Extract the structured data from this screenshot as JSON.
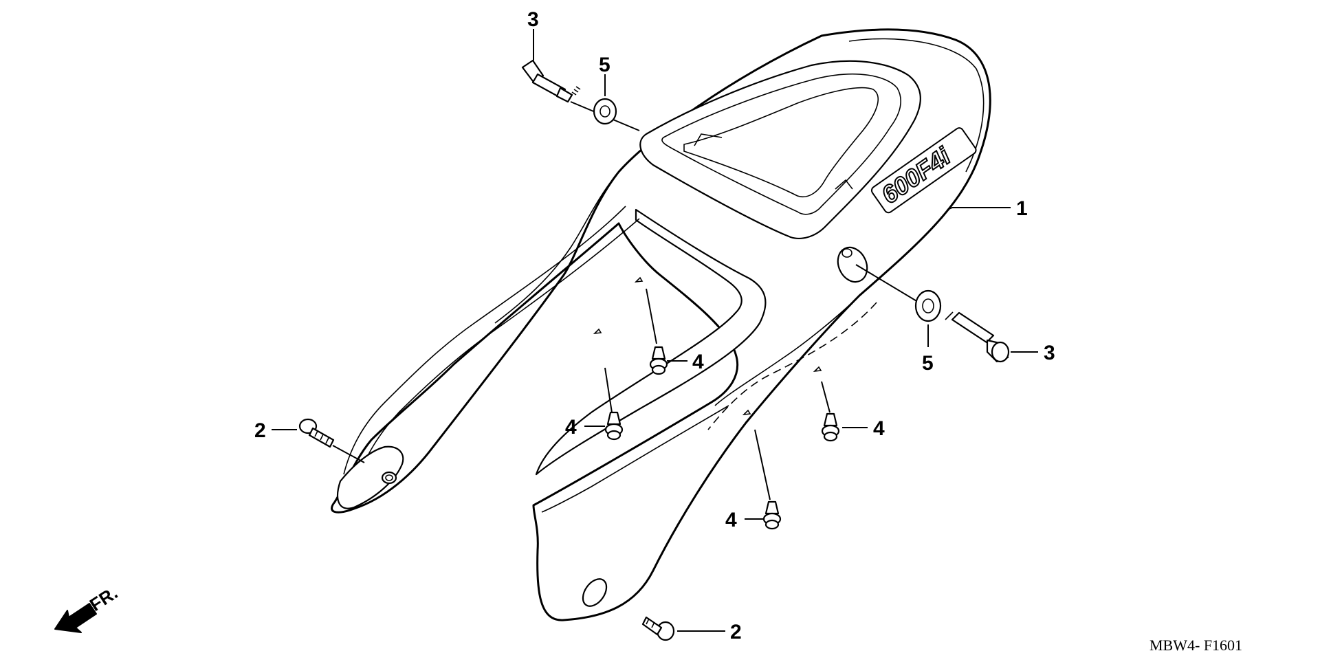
{
  "diagram": {
    "code": "MBW4- F1601",
    "direction_label": "FR.",
    "emblem_text": "600F4i",
    "callouts": [
      {
        "id": "callout-1",
        "label": "1"
      },
      {
        "id": "callout-2a",
        "label": "2"
      },
      {
        "id": "callout-2b",
        "label": "2"
      },
      {
        "id": "callout-3a",
        "label": "3"
      },
      {
        "id": "callout-3b",
        "label": "3"
      },
      {
        "id": "callout-4a",
        "label": "4"
      },
      {
        "id": "callout-4b",
        "label": "4"
      },
      {
        "id": "callout-4c",
        "label": "4"
      },
      {
        "id": "callout-4d",
        "label": "4"
      },
      {
        "id": "callout-5a",
        "label": "5"
      },
      {
        "id": "callout-5b",
        "label": "5"
      }
    ]
  }
}
